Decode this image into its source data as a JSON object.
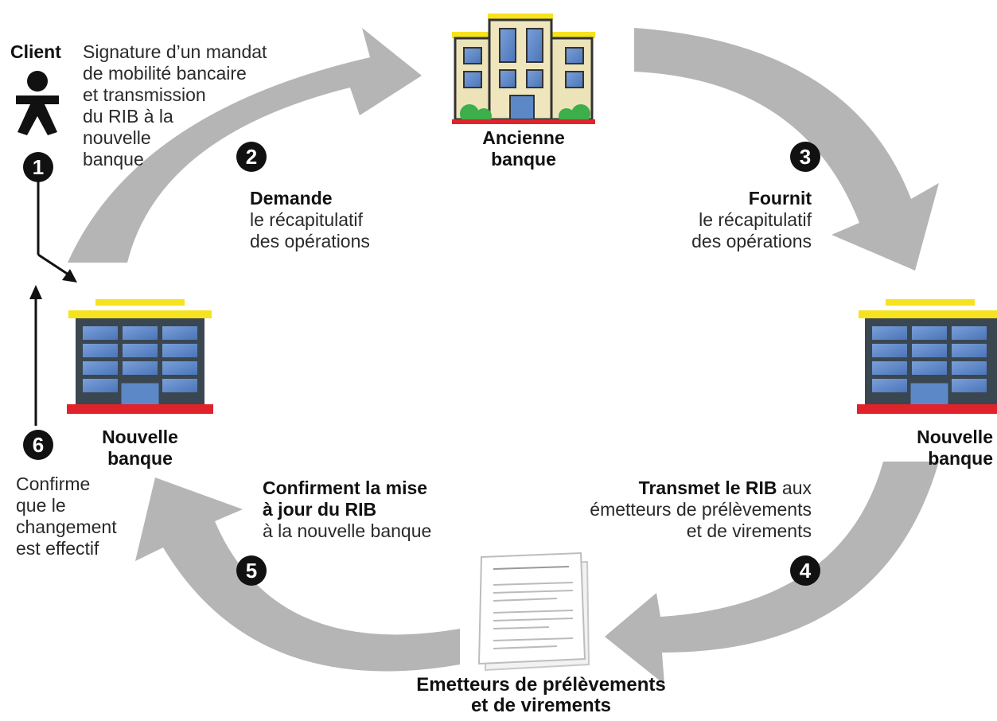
{
  "client": {
    "title": "Client",
    "line1": "Signature d’un mandat",
    "line2": "de mobilité bancaire",
    "line3": "et transmission",
    "line4": "du RIB à la",
    "line5": "nouvelle",
    "line6": "banque"
  },
  "banks": {
    "ancienne": {
      "line1": "Ancienne",
      "line2": "banque"
    },
    "nouvelle_left": {
      "line1": "Nouvelle",
      "line2": "banque"
    },
    "nouvelle_right": {
      "line1": "Nouvelle",
      "line2": "banque"
    }
  },
  "emitters": {
    "line1": "Emetteurs de prélèvements",
    "line2": "et de virements"
  },
  "steps": {
    "s1": {
      "num": "1"
    },
    "s2": {
      "num": "2",
      "bold": "Demande",
      "line2": "le récapitulatif",
      "line3": "des opérations"
    },
    "s3": {
      "num": "3",
      "bold": "Fournit",
      "line2": "le récapitulatif",
      "line3": "des opérations"
    },
    "s4": {
      "num": "4",
      "bold": "Transmet le RIB",
      "rest": " aux",
      "line2": "émetteurs de prélèvements",
      "line3": "et de virements"
    },
    "s5": {
      "num": "5",
      "bold1": "Confirment la mise",
      "bold2": "à jour du RIB",
      "line3": "à la nouvelle banque"
    },
    "s6": {
      "num": "6",
      "line1": "Confirme",
      "line2": "que le",
      "line3": "changement",
      "line4": "est effectif"
    }
  },
  "colors": {
    "arrow": "#b5b5b5",
    "building_old_wall": "#ece3b9",
    "building_new_wall": "#3a4650",
    "window_blue": "#5d88c8",
    "roof_yellow": "#f6e21e",
    "base_red": "#e0232b",
    "bush_green": "#3cae4a"
  }
}
